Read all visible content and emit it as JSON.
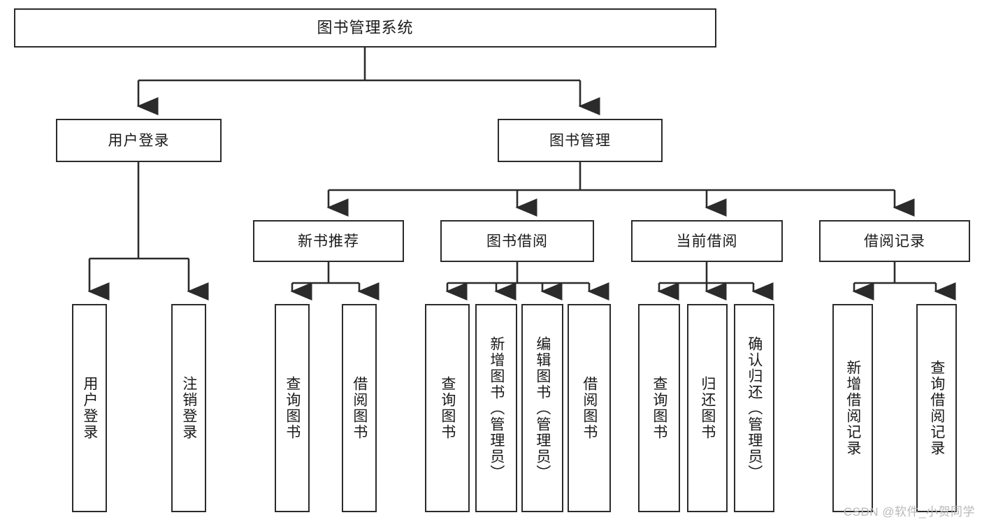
{
  "diagram": {
    "title": "图书管理系统",
    "type": "tree-hierarchy",
    "watermark": "CSDN @软件_小贺同学",
    "colors": {
      "box_border": "#2b2b2b",
      "box_fill": "#ffffff",
      "line": "#2b2b2b",
      "text": "#1a1a1a",
      "watermark": "#b9b9b9",
      "background": "#ffffff"
    }
  },
  "root": {
    "label": "图书管理系统"
  },
  "level2": [
    {
      "id": "user-login",
      "label": "用户登录"
    },
    {
      "id": "book-manage",
      "label": "图书管理"
    }
  ],
  "level3": [
    {
      "id": "new-book-rec",
      "label": "新书推荐"
    },
    {
      "id": "book-borrow",
      "label": "图书借阅"
    },
    {
      "id": "current-borrow",
      "label": "当前借阅"
    },
    {
      "id": "borrow-record",
      "label": "借阅记录"
    }
  ],
  "leaves": [
    {
      "id": "leaf-user-login",
      "parent": "user-login",
      "label": "用户登录"
    },
    {
      "id": "leaf-logout-login",
      "parent": "user-login",
      "label": "注销登录"
    },
    {
      "id": "leaf-query-book-1",
      "parent": "new-book-rec",
      "label": "查询图书"
    },
    {
      "id": "leaf-borrow-book-1",
      "parent": "new-book-rec",
      "label": "借阅图书"
    },
    {
      "id": "leaf-query-book-2",
      "parent": "book-borrow",
      "label": "查询图书"
    },
    {
      "id": "leaf-add-book",
      "parent": "book-borrow",
      "label": "新增图书（管理员）"
    },
    {
      "id": "leaf-edit-book",
      "parent": "book-borrow",
      "label": "编辑图书（管理员）"
    },
    {
      "id": "leaf-borrow-book-2",
      "parent": "book-borrow",
      "label": "借阅图书"
    },
    {
      "id": "leaf-query-book-3",
      "parent": "current-borrow",
      "label": "查询图书"
    },
    {
      "id": "leaf-return-book",
      "parent": "current-borrow",
      "label": "归还图书"
    },
    {
      "id": "leaf-confirm-return",
      "parent": "current-borrow",
      "label": "确认归还（管理员）"
    },
    {
      "id": "leaf-add-record",
      "parent": "borrow-record",
      "label": "新增借阅记录"
    },
    {
      "id": "leaf-query-record",
      "parent": "borrow-record",
      "label": "查询借阅记录"
    }
  ]
}
